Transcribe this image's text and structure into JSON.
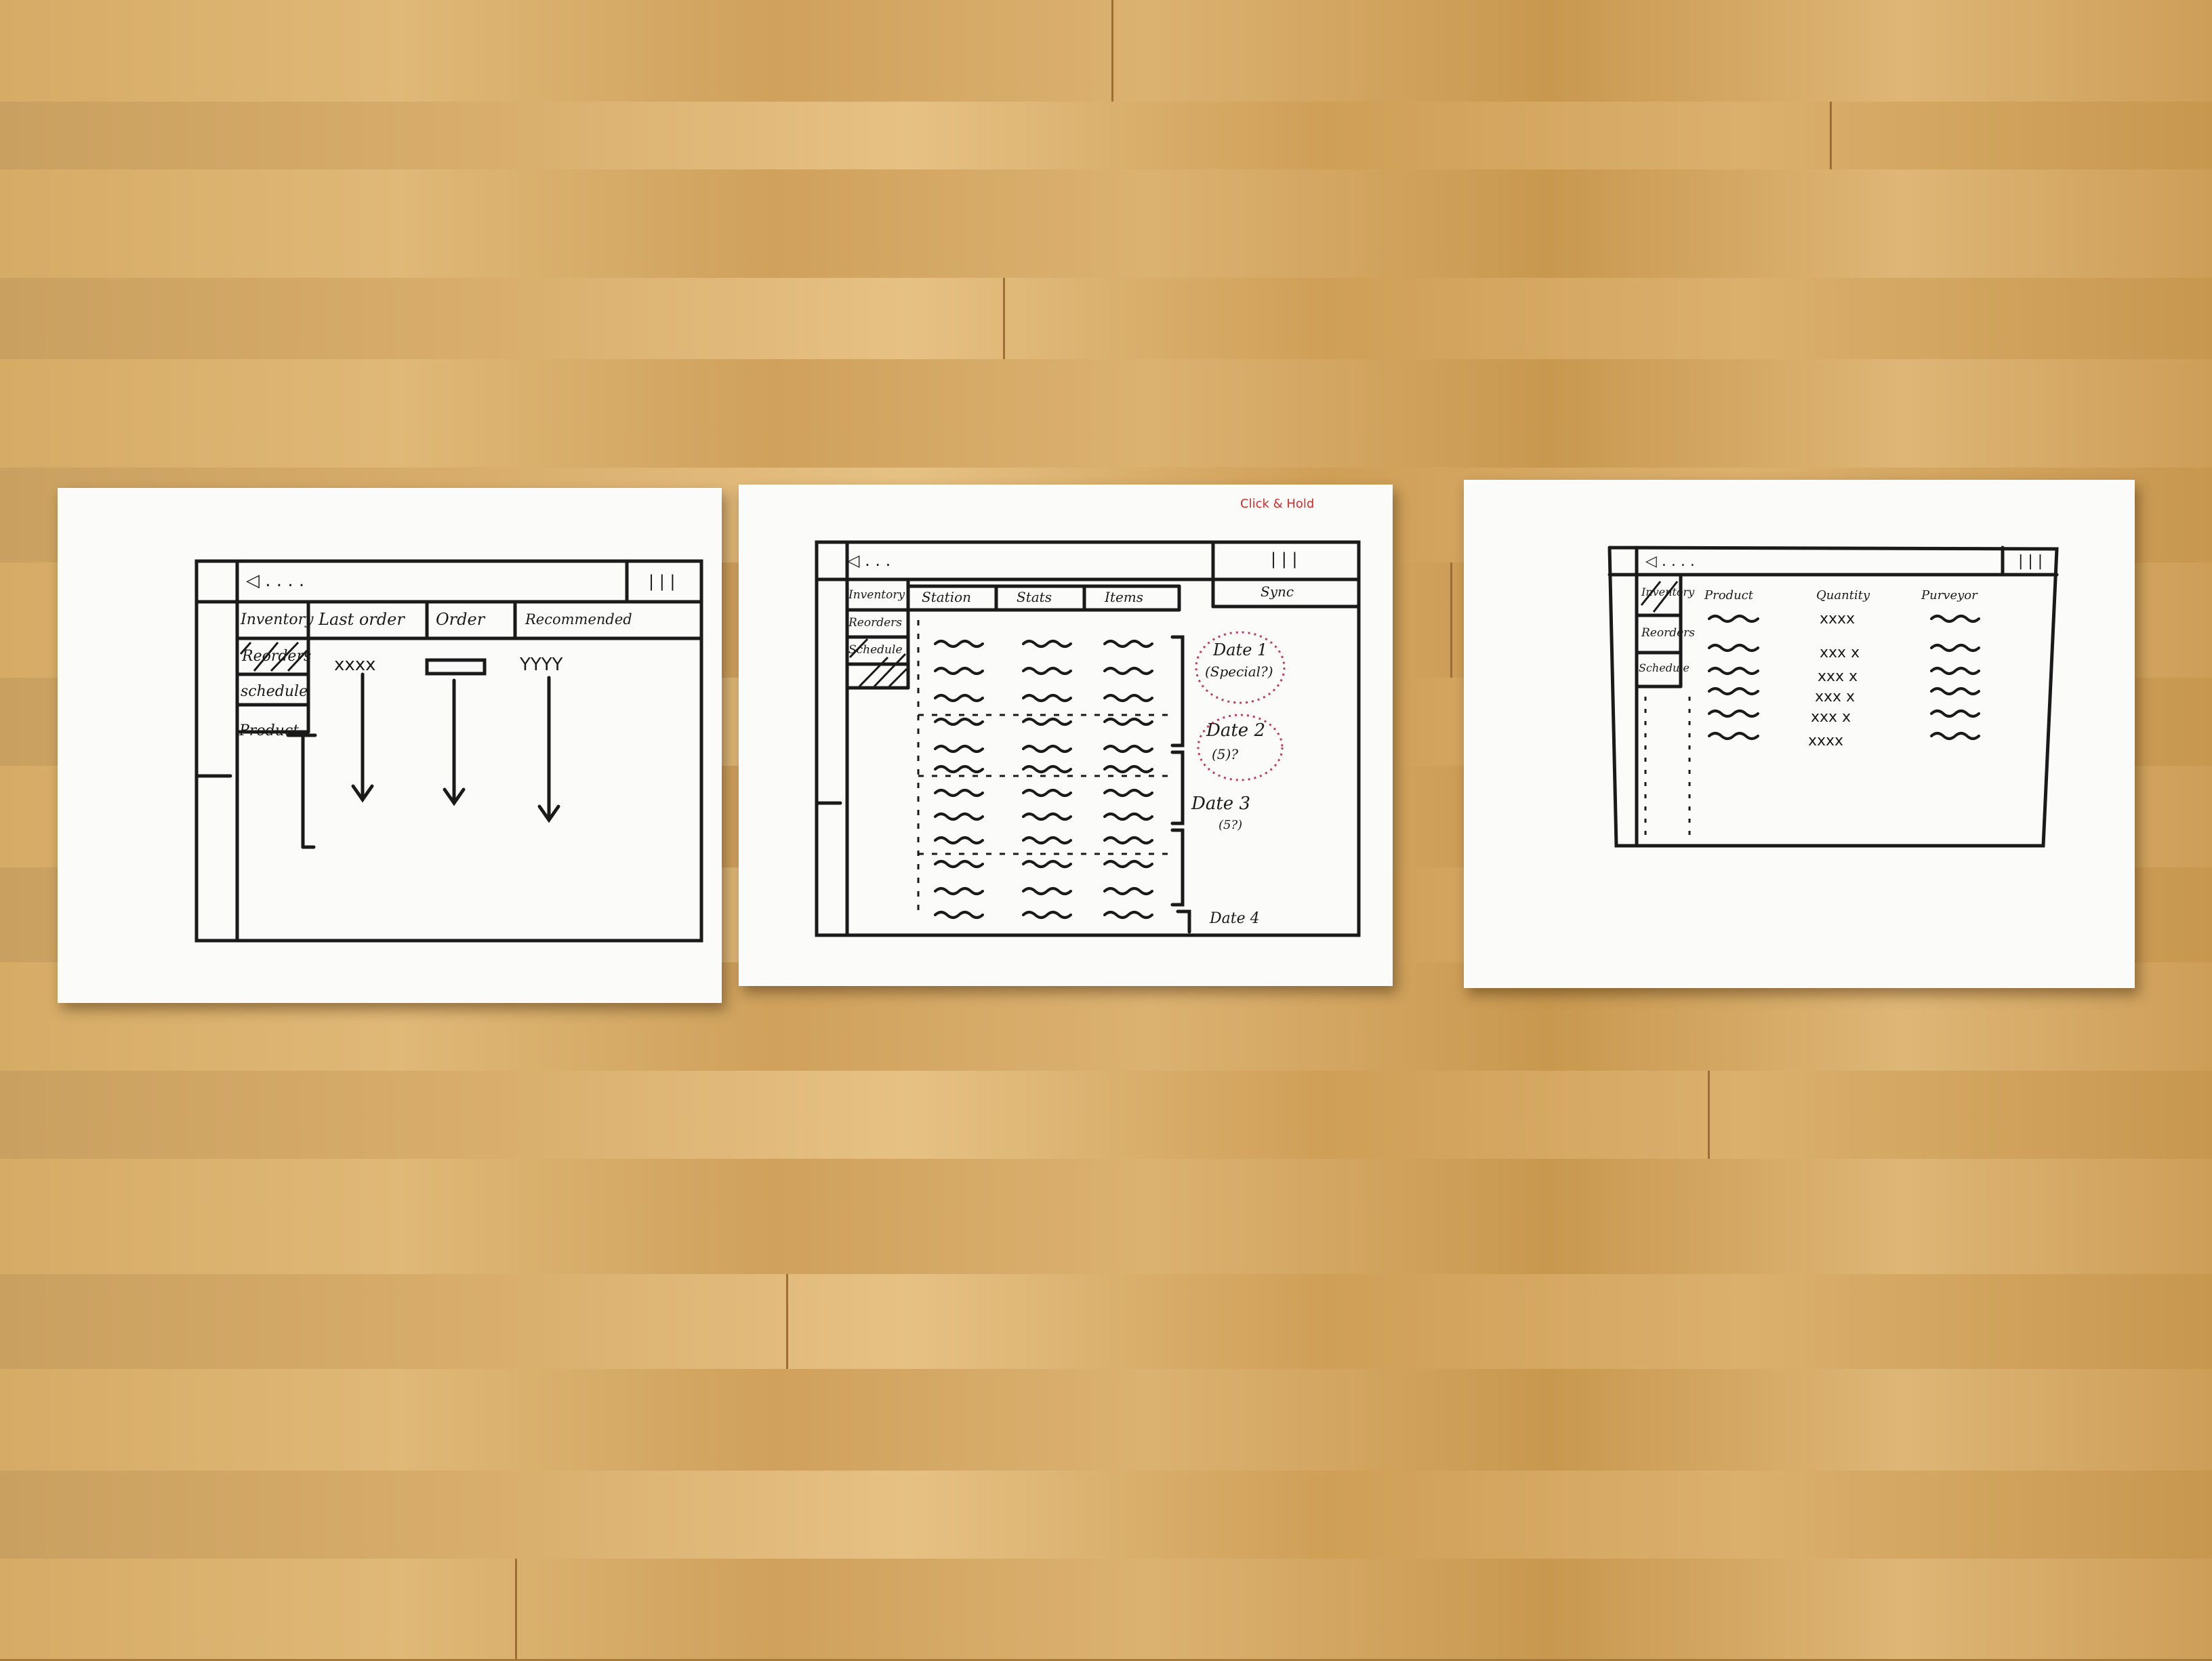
{
  "sketches": [
    {
      "nav_back": "◁ . . . .",
      "menu": "| | |",
      "sidebar": [
        "Inventory",
        "Reorders",
        "schedule"
      ],
      "columns": [
        "Last order",
        "Order",
        "Recommended"
      ],
      "row_label": "Product",
      "row_values": [
        "xxxx",
        "YYYY"
      ]
    },
    {
      "corner_note": "Click & Hold",
      "nav_back": "◁ . . .",
      "menu": "| | |",
      "sync": "Sync",
      "sidebar": [
        "Inventory",
        "Reorders",
        "Schedule"
      ],
      "tabs": [
        "Station",
        "Stats",
        "Items"
      ],
      "groups": [
        {
          "label": "Date 1",
          "sub": "(Special?)"
        },
        {
          "label": "Date 2",
          "sub": "(5)?"
        },
        {
          "label": "Date 3",
          "sub": "(5?)"
        },
        {
          "label": "Date 4",
          "sub": ""
        }
      ]
    },
    {
      "nav_back": "◁ . . . .",
      "menu": "| | |",
      "sidebar": [
        "Inventory",
        "Reorders",
        "Schedule"
      ],
      "columns": [
        "Product",
        "Quantity",
        "Purveyor"
      ],
      "quantities": [
        "xxxx",
        "xxx x",
        "xxx x",
        "xxx x",
        "xxx x",
        "xxxx"
      ]
    }
  ]
}
